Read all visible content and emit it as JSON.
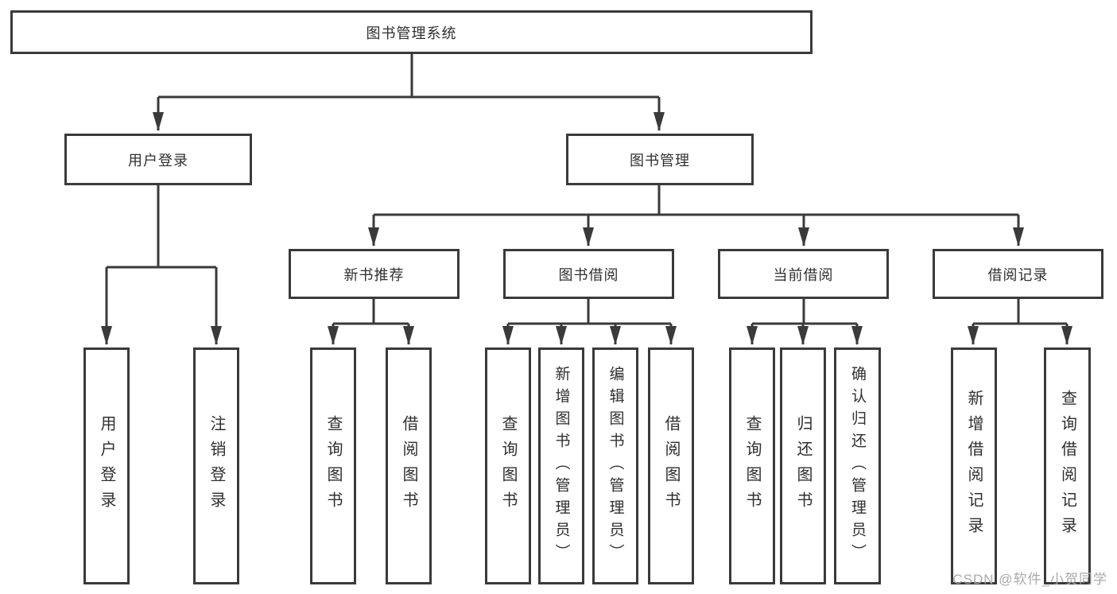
{
  "diagram": {
    "root_label": "图书管理系统",
    "branches": [
      {
        "label": "用户登录",
        "children": [
          "用户登录",
          "注销登录"
        ]
      },
      {
        "label": "图书管理",
        "groups": [
          {
            "label": "新书推荐",
            "children": [
              "查询图书",
              "借阅图书"
            ]
          },
          {
            "label": "图书借阅",
            "children": [
              "查询图书",
              "新增图书（管理员）",
              "编辑图书（管理员）",
              "借阅图书"
            ]
          },
          {
            "label": "当前借阅",
            "children": [
              "查询图书",
              "归还图书",
              "确认归还（管理员）"
            ]
          },
          {
            "label": "借阅记录",
            "children": [
              "新增借阅记录",
              "查询借阅记录"
            ]
          }
        ]
      }
    ]
  },
  "watermark": "CSDN @软件_小贺同学",
  "colors": {
    "line": "#3a3a3a",
    "text": "#2f2f2f",
    "watermark": "#a9a9a9"
  }
}
